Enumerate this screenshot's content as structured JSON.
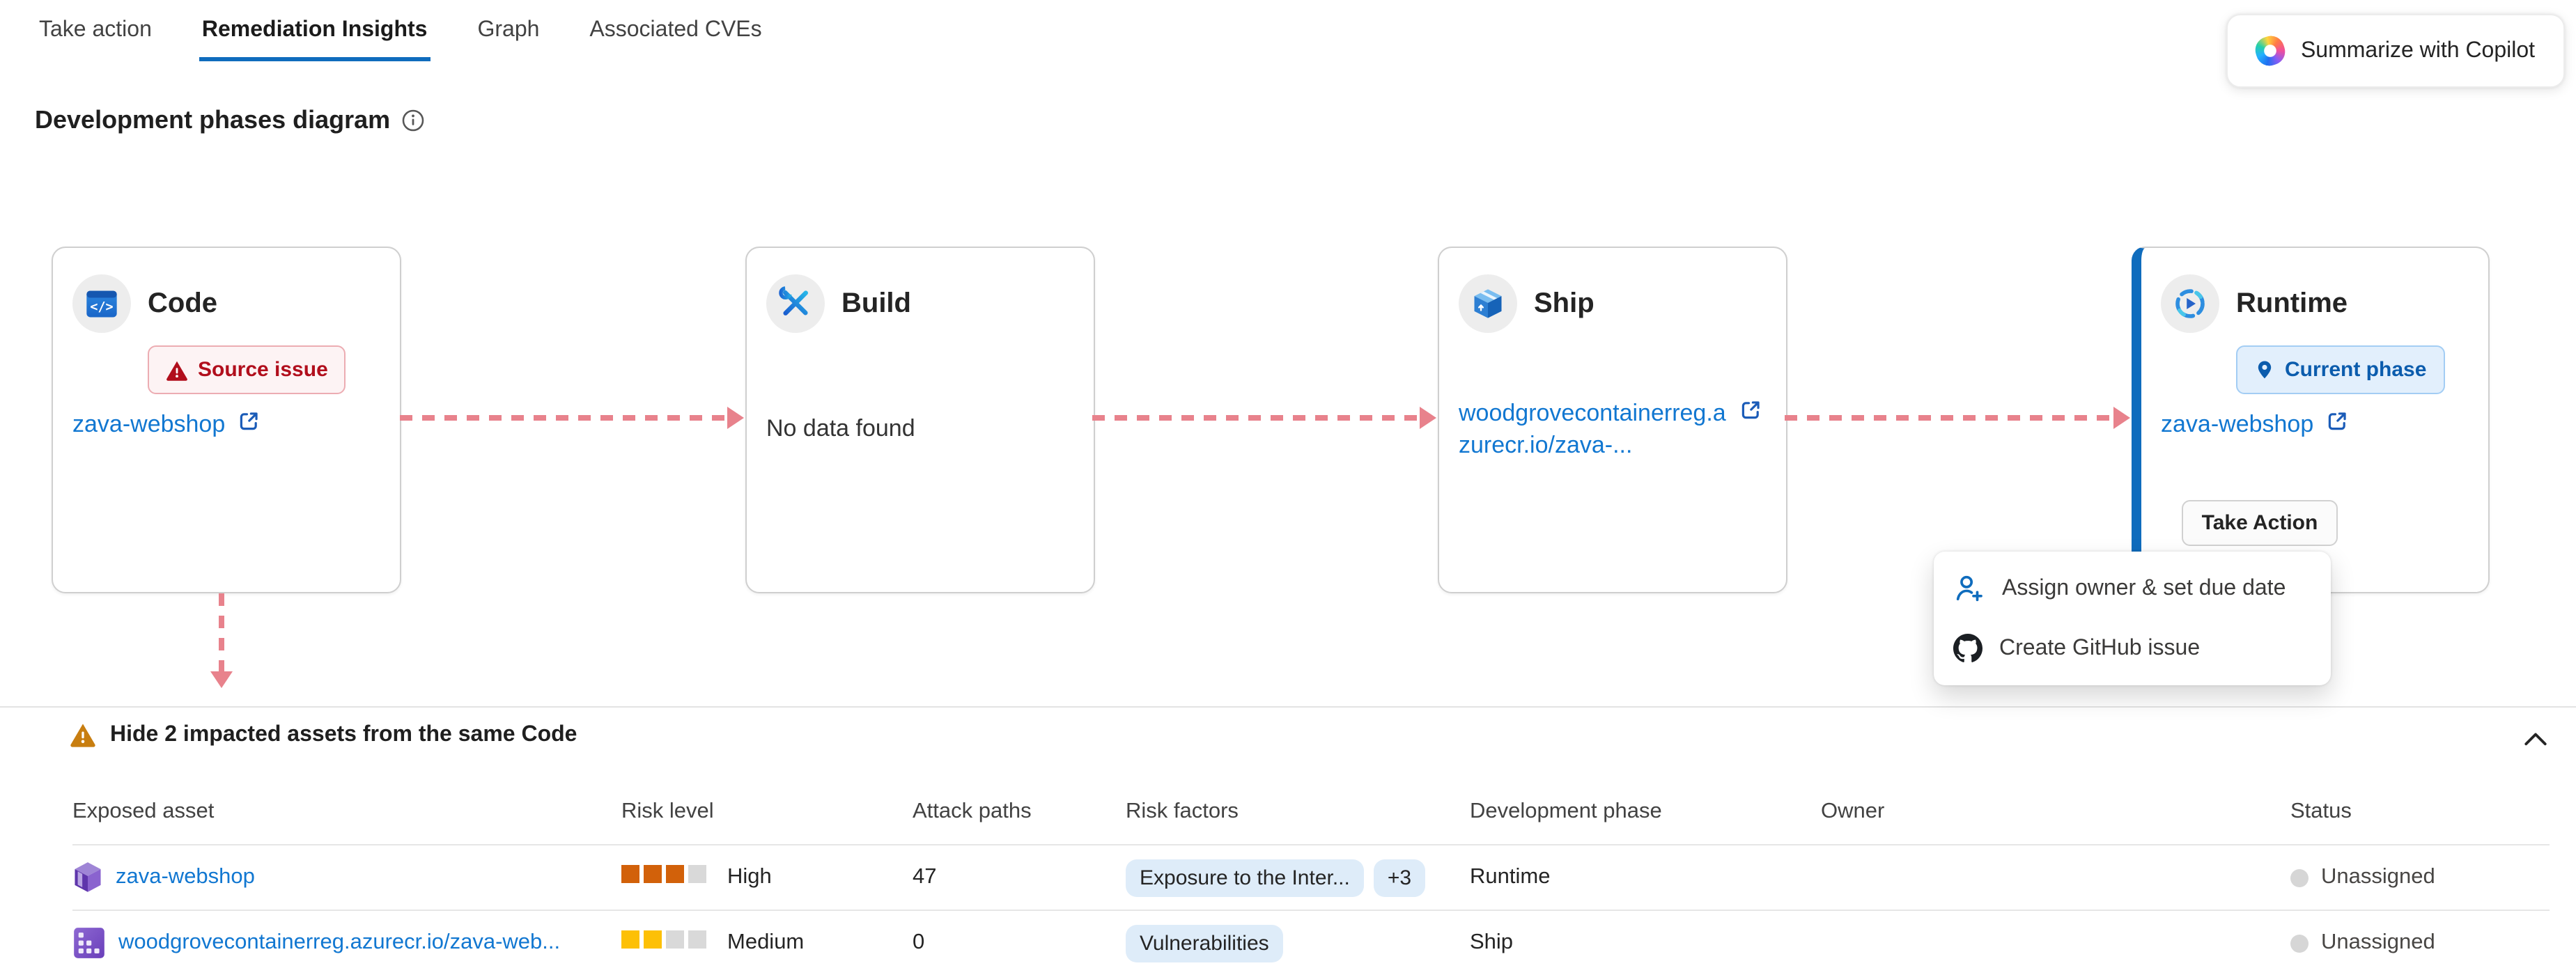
{
  "tabs": [
    {
      "label": "Take action",
      "active": false
    },
    {
      "label": "Remediation Insights",
      "active": true
    },
    {
      "label": "Graph",
      "active": false
    },
    {
      "label": "Associated CVEs",
      "active": false
    }
  ],
  "copilot_button": {
    "label": "Summarize with Copilot"
  },
  "page": {
    "title": "Development phases diagram"
  },
  "phases": {
    "code": {
      "name": "Code",
      "badge": "Source issue",
      "link": "zava-webshop"
    },
    "build": {
      "name": "Build",
      "empty_text": "No data found"
    },
    "ship": {
      "name": "Ship",
      "link": "woodgrovecontainerreg.azurecr.io/zava-..."
    },
    "runtime": {
      "name": "Runtime",
      "badge": "Current phase",
      "link": "zava-webshop",
      "button": "Take Action"
    }
  },
  "action_menu": {
    "items": [
      {
        "label": "Assign owner & set due date",
        "icon": "person-add-icon"
      },
      {
        "label": "Create GitHub issue",
        "icon": "github-icon"
      }
    ]
  },
  "assets_section": {
    "header": "Hide 2 impacted assets from the same Code",
    "columns": [
      "Exposed asset",
      "Risk level",
      "Attack paths",
      "Risk factors",
      "Development phase",
      "Owner",
      "Status"
    ],
    "rows": [
      {
        "asset": "zava-webshop",
        "asset_icon": "container-app-icon",
        "risk_level": "High",
        "risk_filled": 3,
        "attack_paths": "47",
        "risk_factors": [
          "Exposure to the Inter...",
          "+3"
        ],
        "phase": "Runtime",
        "owner": "",
        "status": "Unassigned"
      },
      {
        "asset": "woodgrovecontainerreg.azurecr.io/zava-web...",
        "asset_icon": "container-registry-icon",
        "risk_level": "Medium",
        "risk_filled": 2,
        "attack_paths": "0",
        "risk_factors": [
          "Vulnerabilities"
        ],
        "phase": "Ship",
        "owner": "",
        "status": "Unassigned"
      }
    ]
  },
  "colors": {
    "accent": "#0f6cbd",
    "link": "#1177d1",
    "connector": "#e8828c",
    "risk_high": "#d2610a",
    "risk_medium": "#fdc006",
    "risk_empty": "#d9d9d9",
    "issue_badge_text": "#b10e1c",
    "issue_badge_bg": "#fdf3f4",
    "phase_badge_text": "#0b5cad",
    "phase_badge_bg": "#e2effc",
    "pill_bg": "#deecf9",
    "warning_amber": "#c87e10",
    "asset_purple": "#7a52c4",
    "status_dot": "#d6d6d6"
  }
}
